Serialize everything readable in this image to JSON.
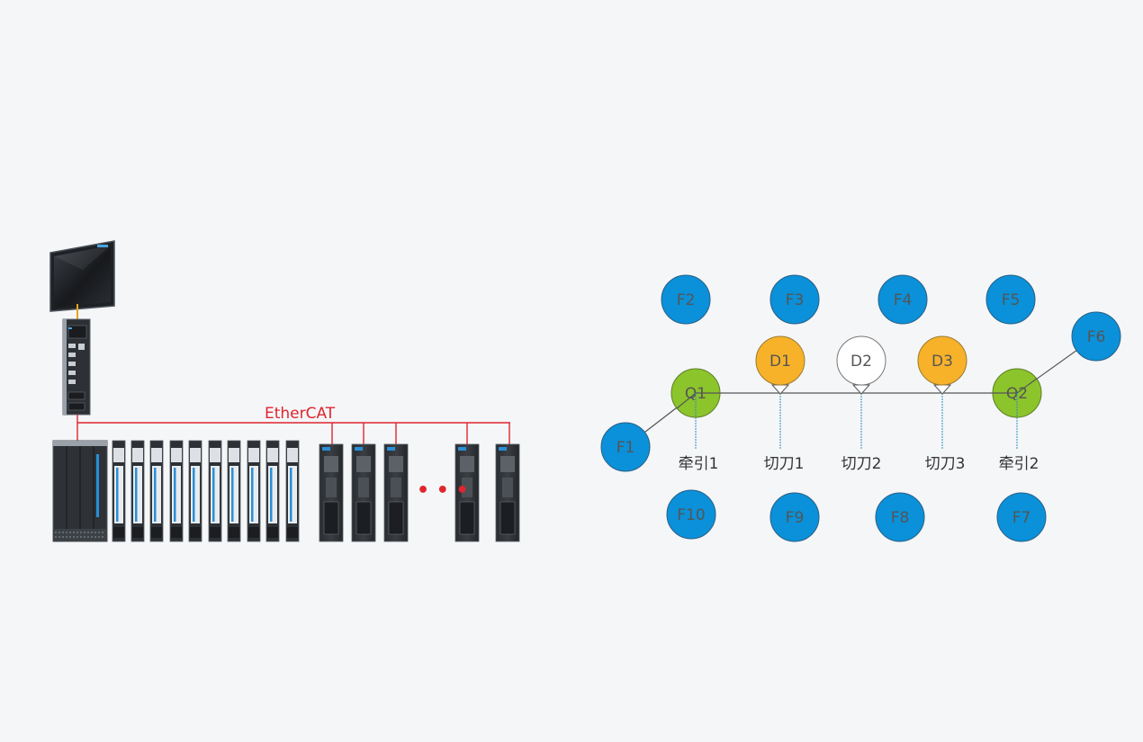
{
  "colors": {
    "background": "#f4f6f8",
    "ethercat_line": "#e0252e",
    "f_node": "#0a91d9",
    "d_node_active": "#f7b22a",
    "d_node_idle": "#ffffff",
    "q_node": "#8cc42c",
    "node_text": "#555555",
    "guide_line": "#2a8fc0"
  },
  "network": {
    "label": "EtherCAT",
    "ellipsis": "• • •"
  },
  "motion_nodes": {
    "f": [
      {
        "id": "f2",
        "label": "F2"
      },
      {
        "id": "f3",
        "label": "F3"
      },
      {
        "id": "f4",
        "label": "F4"
      },
      {
        "id": "f5",
        "label": "F5"
      },
      {
        "id": "f6",
        "label": "F6"
      },
      {
        "id": "f1",
        "label": "F1"
      },
      {
        "id": "f10",
        "label": "F10"
      },
      {
        "id": "f9",
        "label": "F9"
      },
      {
        "id": "f8",
        "label": "F8"
      },
      {
        "id": "f7",
        "label": "F7"
      }
    ],
    "d": [
      {
        "id": "d1",
        "label": "D1",
        "state": "active"
      },
      {
        "id": "d2",
        "label": "D2",
        "state": "idle"
      },
      {
        "id": "d3",
        "label": "D3",
        "state": "active"
      }
    ],
    "q": [
      {
        "id": "q1",
        "label": "Q1"
      },
      {
        "id": "q2",
        "label": "Q2"
      }
    ],
    "axis_labels": [
      "牵引1",
      "切刀1",
      "切刀2",
      "切刀3",
      "牵引2"
    ]
  }
}
